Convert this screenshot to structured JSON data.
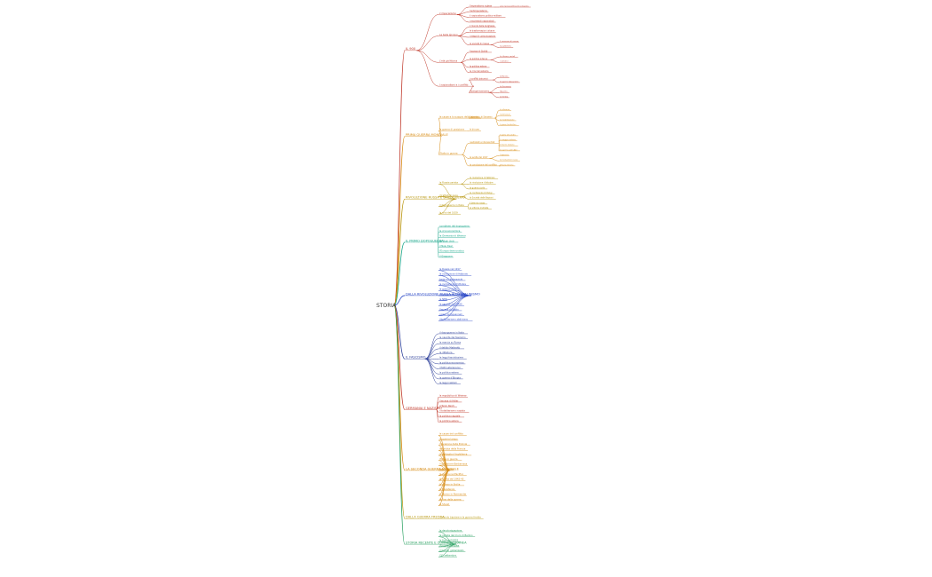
{
  "root": {
    "label": "STORIA"
  },
  "colors": {
    "red": "#c0392b",
    "orange": "#d68910",
    "gold": "#b7950b",
    "teal": "#17a589",
    "blue": "#2e4bc7",
    "navy": "#2c3e99",
    "green": "#28a060",
    "box": "#3498db"
  },
  "branches": [
    {
      "label": "IL 900",
      "color": "red",
      "children": [
        {
          "label": "L'imperialismo",
          "children": [
            {
              "label": "l'imperialismo inglese",
              "children": [
                {
                  "label": "una nuova politica di conquista"
                }
              ]
            },
            {
              "label": "l'antimperialismo"
            },
            {
              "label": "il nazionalismo politico-militare"
            },
            {
              "label": "i movimenti nazionalisti"
            }
          ]
        },
        {
          "label": "La belle époque",
          "children": [
            {
              "label": "il mondo della borghesia"
            },
            {
              "label": "le trasformazioni urbane"
            },
            {
              "label": "i mezzi di comunicazione"
            },
            {
              "label": "la società di massa",
              "children": [
                {
                  "label": "il consumo di massa"
                },
                {
                  "label": "la pubblicità"
                }
              ]
            }
          ]
        },
        {
          "label": "L'età giolittiana",
          "children": [
            {
              "label": "l'ascesa di Giolitti"
            },
            {
              "label": "la politica interna",
              "children": [
                {
                  "label": "le riforme sociali"
                },
                {
                  "label": "i cattolici"
                }
              ]
            },
            {
              "label": "la politica estera"
            },
            {
              "label": "la crisi del sistema"
            }
          ]
        },
        {
          "label": "I nazionalismi e i conflitti",
          "children": [
            {
              "label": "i conflitti balcanici",
              "children": [
                {
                  "label": "la Bosnia"
                },
                {
                  "label": "le guerre balcaniche"
                }
              ]
            },
            {
              "label": "il pangermanesimo",
              "children": [
                {
                  "label": "la Germania"
                },
                {
                  "label": "l'Austria"
                },
                {
                  "label": "la Serbia"
                }
              ]
            }
          ]
        }
      ]
    },
    {
      "label": "PRIMA GUERRA MONDIALE",
      "color": "orange",
      "children": [
        {
          "label": "le cause e lo scoppio della guerra",
          "children": [
            {
              "label": "l'attentato di Sarajevo",
              "children": [
                {
                  "label": "le alleanze"
                },
                {
                  "label": "l'ultimatum"
                },
                {
                  "label": "la mobilitazione"
                },
                {
                  "label": "il piano Schlieffen"
                }
              ]
            }
          ]
        },
        {
          "label": "la guerra di posizione",
          "children": [
            {
              "label": "le trincee"
            }
          ]
        },
        {
          "label": "l'Italia in guerra",
          "children": [
            {
              "label": "neutralisti e interventisti",
              "children": [
                {
                  "label": "il patto di Londra"
                },
                {
                  "label": "il maggio radioso"
                },
                {
                  "label": "il fronte italiano"
                },
                {
                  "label": "la guerra sulle Alpi"
                }
              ]
            },
            {
              "label": "la svolta del 1917",
              "children": [
                {
                  "label": "Caporetto"
                },
                {
                  "label": "la rivoluzione russa"
                }
              ]
            },
            {
              "label": "la conclusione del conflitto",
              "children": [
                {
                  "label": "Vittorio Veneto"
                }
              ]
            }
          ]
        }
      ]
    },
    {
      "label": "RIVOLUZIONE RUSSA E DOPOGUERRA",
      "color": "gold",
      "children": [
        {
          "label": "la Russia zarista",
          "children": [
            {
              "label": "la rivoluzione di febbraio"
            },
            {
              "label": "la rivoluzione d'ottobre"
            },
            {
              "label": "la guerra civile"
            }
          ]
        },
        {
          "label": "i trattati di pace",
          "children": [
            {
              "label": "la conferenza di Parigi"
            },
            {
              "label": "la Società delle Nazioni"
            }
          ]
        },
        {
          "label": "il dopoguerra in Italia",
          "children": [
            {
              "label": "il biennio rosso"
            },
            {
              "label": "la vittoria mutilata"
            }
          ]
        },
        {
          "label": "la crisi del 1929"
        }
      ]
    },
    {
      "label": "IL PRIMO DOPOGUERRA",
      "color": "teal",
      "children": [
        {
          "label": "i problemi del dopoguerra"
        },
        {
          "label": "la crisi economica"
        },
        {
          "label": "la Germania di Weimar"
        },
        {
          "label": "gli Stati Uniti"
        },
        {
          "label": "il New Deal"
        },
        {
          "label": "l'Europa democratica"
        },
        {
          "label": "il Giappone"
        }
      ]
    },
    {
      "label": "DALLA RIVOLUZIONE RUSSA ALLO STALINISMO",
      "color": "blue",
      "children": [
        {
          "label": "la Russia nel 1917"
        },
        {
          "label": "la rivoluzione di febbraio"
        },
        {
          "label": "Lenin e i bolscevichi"
        },
        {
          "label": "la rivoluzione d'ottobre"
        },
        {
          "label": "la guerra civile"
        },
        {
          "label": "il comunismo di guerra"
        },
        {
          "label": "la NEP"
        },
        {
          "label": "la nascita dell'URSS"
        },
        {
          "label": "l'ascesa di Stalin"
        },
        {
          "label": "i piani quinquennali"
        },
        {
          "label": "il totalitarismo staliniano"
        }
      ]
    },
    {
      "label": "IL FASCISMO",
      "color": "navy",
      "children": [
        {
          "label": "il dopoguerra in Italia"
        },
        {
          "label": "la nascita del fascismo"
        },
        {
          "label": "la marcia su Roma"
        },
        {
          "label": "il delitto Matteotti"
        },
        {
          "label": "la dittatura"
        },
        {
          "label": "le leggi fascistissime"
        },
        {
          "label": "la politica economica"
        },
        {
          "label": "i Patti Lateranensi"
        },
        {
          "label": "la politica estera"
        },
        {
          "label": "la guerra d'Etiopia"
        },
        {
          "label": "le leggi razziali"
        }
      ]
    },
    {
      "label": "GERMANIA E NAZISMO",
      "color": "red",
      "children": [
        {
          "label": "la repubblica di Weimar"
        },
        {
          "label": "l'ascesa di Hitler"
        },
        {
          "label": "il Terzo Reich"
        },
        {
          "label": "il totalitarismo nazista"
        },
        {
          "label": "la politica razziale"
        },
        {
          "label": "la politica estera"
        }
      ]
    },
    {
      "label": "LA SECONDA GUERRA MONDIALE",
      "color": "orange",
      "children": [
        {
          "label": "le cause del conflitto"
        },
        {
          "label": "la guerra lampo"
        },
        {
          "label": "l'invasione della Polonia"
        },
        {
          "label": "la caduta della Francia"
        },
        {
          "label": "la battaglia d'Inghilterra"
        },
        {
          "label": "l'Italia in guerra"
        },
        {
          "label": "l'operazione Barbarossa"
        },
        {
          "label": "Pearl Harbor"
        },
        {
          "label": "la guerra nel Pacifico"
        },
        {
          "label": "la svolta del 1942-43"
        },
        {
          "label": "lo sbarco in Sicilia"
        },
        {
          "label": "la Resistenza"
        },
        {
          "label": "lo sbarco in Normandia"
        },
        {
          "label": "la fine della guerra"
        },
        {
          "label": "la Shoah"
        }
      ]
    },
    {
      "label": "DALLA GUERRA FREDDA",
      "color": "gold",
      "children": [
        {
          "label": "il mondo bipolare e la guerra fredda"
        }
      ]
    },
    {
      "label": "STORIA RECENTE E CONTEMPORANEA",
      "color": "green",
      "children": [
        {
          "label": "la decolonizzazione"
        },
        {
          "label": "la caduta del muro di Berlino"
        },
        {
          "label": "la fine dell'URSS"
        },
        {
          "label": "l'Unione Europea"
        },
        {
          "label": "il mondo globalizzato"
        },
        {
          "label": "l'11 settembre"
        }
      ]
    }
  ]
}
